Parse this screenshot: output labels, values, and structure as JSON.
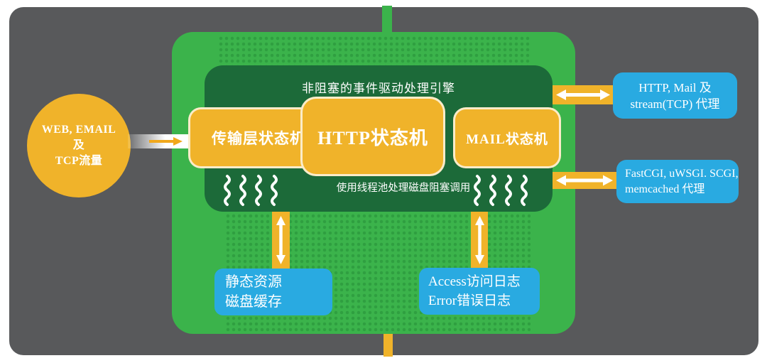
{
  "colors": {
    "background": "#FFFFFF",
    "frame_gray": "#58595B",
    "panel_green": "#3BB34B",
    "panel_dot_green": "#2F9F40",
    "engine_dark_green": "#1C6A39",
    "accent_yellow": "#F0B32A",
    "info_blue": "#29AAE1",
    "text_white": "#FFFFFF"
  },
  "source_circle": {
    "line1": "WEB, EMAIL",
    "line2": "及",
    "line3": "TCP流量"
  },
  "engine": {
    "title": "非阻塞的事件驱动处理引擎",
    "thread_note": "使用线程池处理磁盘阻塞调用"
  },
  "state_machines": {
    "transport": "传输层状态机",
    "http": "HTTP状态机",
    "mail": "MAIL状态机"
  },
  "proxy_boxes": {
    "top": {
      "line1": "HTTP, Mail 及",
      "line2": "stream(TCP) 代理"
    },
    "bottom": {
      "line1": "FastCGI, uWSGI. SCGI,",
      "line2": "memcached 代理"
    }
  },
  "disk_boxes": {
    "cache": {
      "line1": "静态资源",
      "line2": "磁盘缓存"
    },
    "logs": {
      "line1": "Access访问日志",
      "line2": "Error错误日志"
    }
  }
}
